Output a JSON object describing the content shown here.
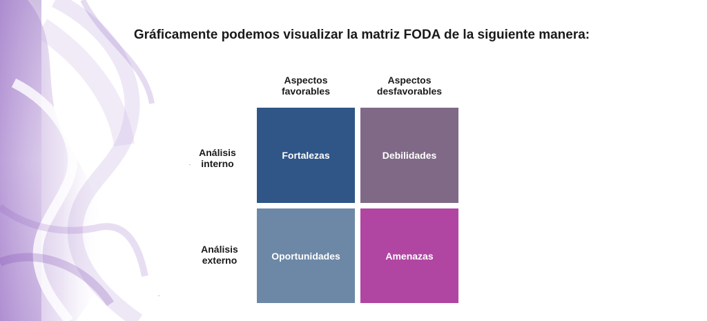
{
  "title": "Gráficamente podemos visualizar la matriz FODA de la siguiente manera:",
  "matrix": {
    "columns": [
      {
        "line1": "Aspectos",
        "line2": "favorables"
      },
      {
        "line1": "Aspectos",
        "line2": "desfavorables"
      }
    ],
    "rows": [
      {
        "line1": "Análisis",
        "line2": "interno"
      },
      {
        "line1": "Análisis",
        "line2": "externo"
      }
    ],
    "cells": {
      "fortalezas": {
        "label": "Fortalezas",
        "color": "#2f5687"
      },
      "debilidades": {
        "label": "Debilidades",
        "color": "#806987"
      },
      "oportunidades": {
        "label": "Oportunidades",
        "color": "#6c88a6"
      },
      "amenazas": {
        "label": "Amenazas",
        "color": "#b046a1"
      }
    }
  },
  "colors": {
    "background": "#ffffff",
    "decor_purple": "#9d72c4"
  }
}
